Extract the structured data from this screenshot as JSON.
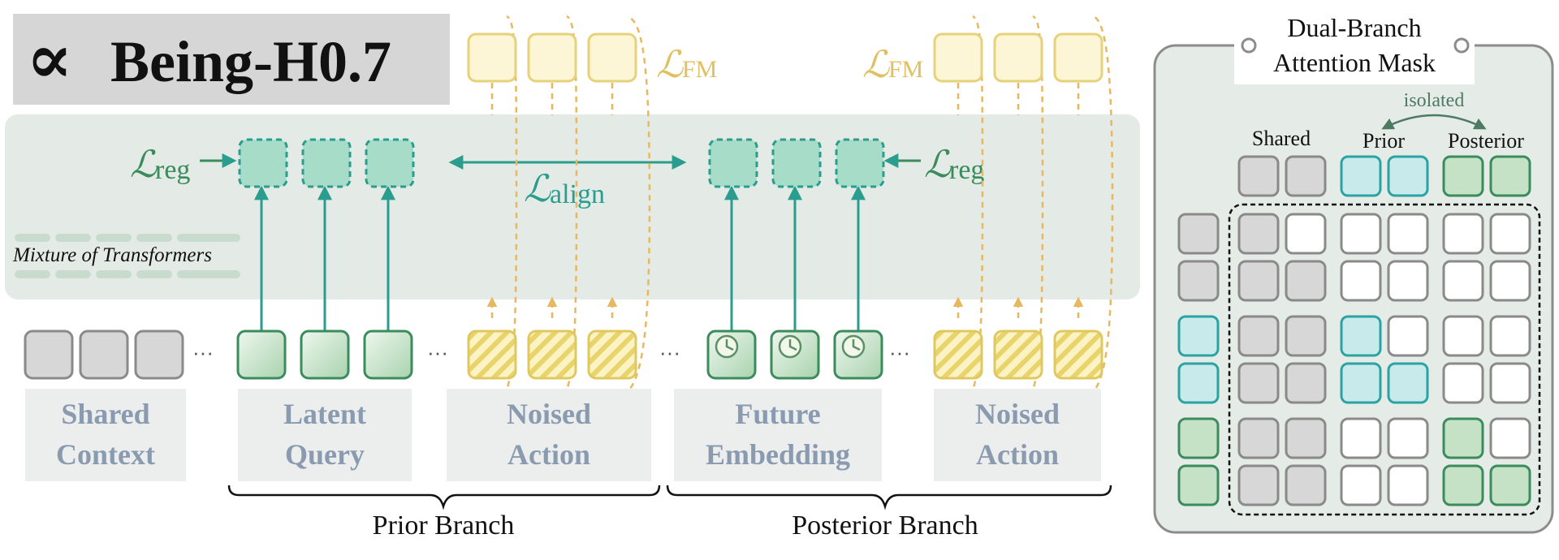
{
  "logo": {
    "symbol": "∝",
    "text": "Being-H0.7"
  },
  "loss": {
    "script_letter": "ℒ",
    "fm_subscript": "FM",
    "reg_subscript": "reg",
    "align_subscript": "align"
  },
  "backbone_label": "Mixture of Transformers",
  "ellipsis": "···",
  "groups": [
    {
      "line1": "Shared",
      "line2": "Context"
    },
    {
      "line1": "Latent",
      "line2": "Query"
    },
    {
      "line1": "Noised",
      "line2": "Action"
    },
    {
      "line1": "Future",
      "line2": "Embedding"
    },
    {
      "line1": "Noised",
      "line2": "Action"
    }
  ],
  "branches": {
    "prior": "Prior Branch",
    "posterior": "Posterior Branch"
  },
  "mask_panel": {
    "title_line1": "Dual-Branch",
    "title_line2": "Attention Mask",
    "isolated": "isolated",
    "col_shared": "Shared",
    "col_prior": "Prior",
    "col_posterior": "Posterior",
    "matrix": [
      [
        "shared",
        "white",
        "white",
        "white",
        "white",
        "white"
      ],
      [
        "shared",
        "shared",
        "white",
        "white",
        "white",
        "white"
      ],
      [
        "shared",
        "shared",
        "prior",
        "white",
        "white",
        "white"
      ],
      [
        "shared",
        "shared",
        "prior",
        "prior",
        "white",
        "white"
      ],
      [
        "shared",
        "shared",
        "white",
        "white",
        "post",
        "white"
      ],
      [
        "shared",
        "shared",
        "white",
        "white",
        "post",
        "post"
      ]
    ]
  },
  "colors": {
    "teal": "#2a9d8f",
    "green_text": "#3a8c5c",
    "gold": "#e0c060",
    "gray_text": "#8a9bb0",
    "backbone_bg": "#e4ebe6"
  }
}
